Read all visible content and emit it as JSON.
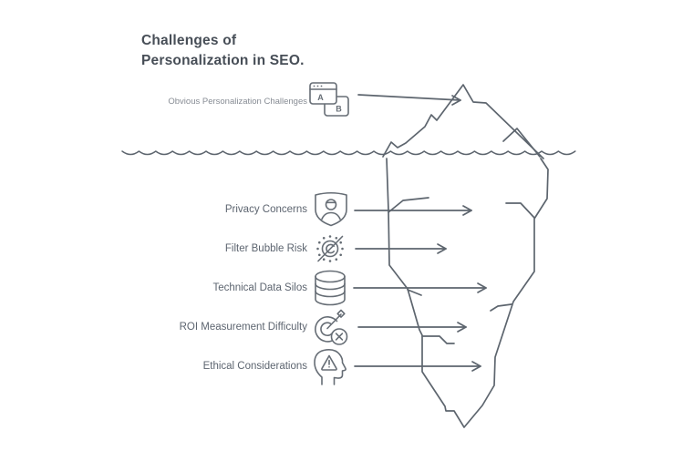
{
  "title": {
    "line1": "Challenges of",
    "line2": "Personalization in SEO."
  },
  "above_water": {
    "label": "Obvious Personalization Challenges",
    "icon": "ab-test-icon"
  },
  "below_water": {
    "items": [
      {
        "label": "Privacy Concerns",
        "icon": "shield-user-icon"
      },
      {
        "label": "Filter Bubble Risk",
        "icon": "filter-bubble-icon"
      },
      {
        "label": "Technical Data Silos",
        "icon": "database-icon"
      },
      {
        "label": "ROI Measurement Difficulty",
        "icon": "roi-target-icon"
      },
      {
        "label": "Ethical Considerations",
        "icon": "ethics-head-icon"
      }
    ]
  },
  "diagram": {
    "type": "iceberg",
    "waterline": true
  },
  "colors": {
    "background": "#ffffff",
    "title_text": "#474e57",
    "label_text": "#5d6570",
    "muted_label_text": "#878c94",
    "line_stroke": "#5d656e",
    "icon_stroke": "#666d75"
  }
}
